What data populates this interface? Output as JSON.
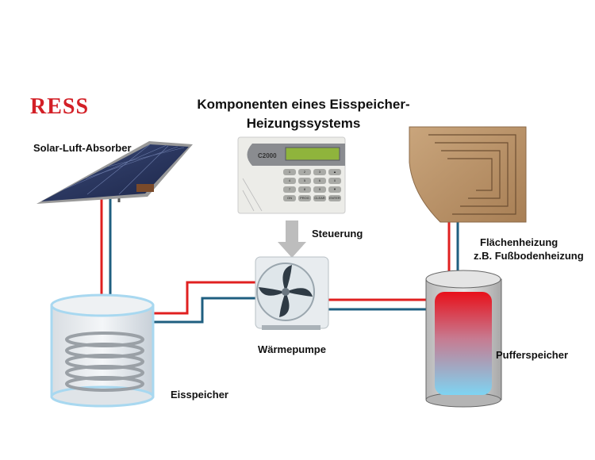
{
  "logo": {
    "text": "RESS",
    "color": "#d32027"
  },
  "title": {
    "line1": "Komponenten eines Eisspeicher-",
    "line2": "Heizungssystems"
  },
  "components": {
    "solar": "Solar-Luft-Absorber",
    "ice_storage": "Eisspeicher",
    "controller": "Steuerung",
    "controller_brand": "C2000",
    "controller_keys": [
      "1",
      "2",
      "3",
      "▲",
      "4",
      "5",
      "6",
      "0",
      "7",
      "8",
      "9",
      "▼",
      "ON",
      "PROG",
      "CLEAR",
      "ENTER"
    ],
    "heat_pump": "Wärmepumpe",
    "buffer": "Pufferspeicher",
    "floor_heating_line1": "Flächenheizung",
    "floor_heating_line2": "z.B. Fußbodenheizung"
  },
  "colors": {
    "supply": "#e02020",
    "return": "#1f5f80"
  }
}
